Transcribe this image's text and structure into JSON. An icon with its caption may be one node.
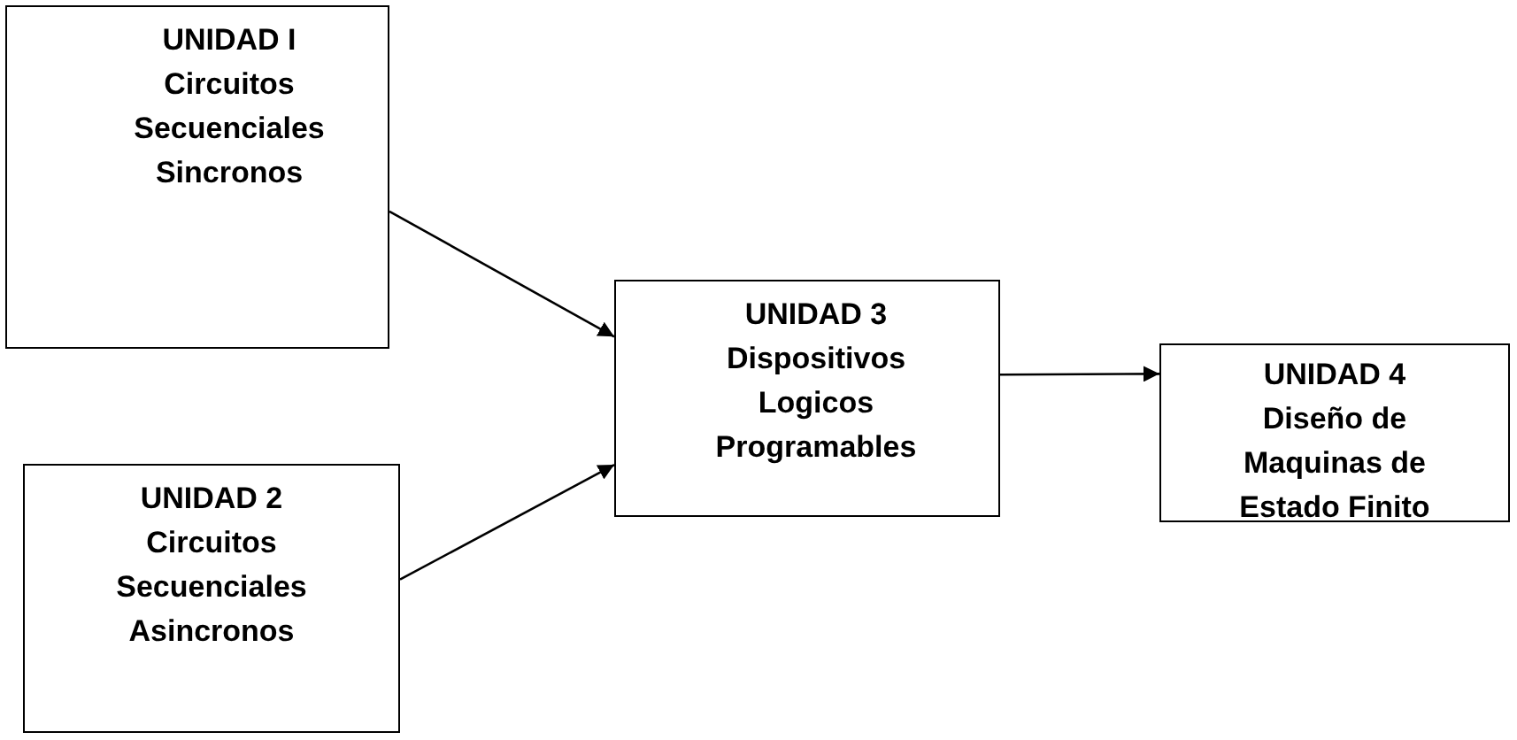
{
  "diagram": {
    "nodes": [
      {
        "text": [
          "UNIDAD I",
          "Circuitos Secuenciales Sincronos"
        ]
      },
      {
        "text": [
          "UNIDAD 2",
          "Circuitos Secuenciales Asincronos"
        ]
      },
      {
        "text": [
          "UNIDAD 3",
          "Dispositivos Logicos Programables"
        ]
      },
      {
        "text": [
          "UNIDAD 4",
          "Diseño de Maquinas de Estado Finito"
        ]
      }
    ],
    "edges": [
      {
        "from": 0,
        "to": 2,
        "arrow": "to"
      },
      {
        "from": 1,
        "to": 2,
        "arrow": "to"
      },
      {
        "from": 2,
        "to": 3,
        "arrow": "to"
      }
    ]
  }
}
